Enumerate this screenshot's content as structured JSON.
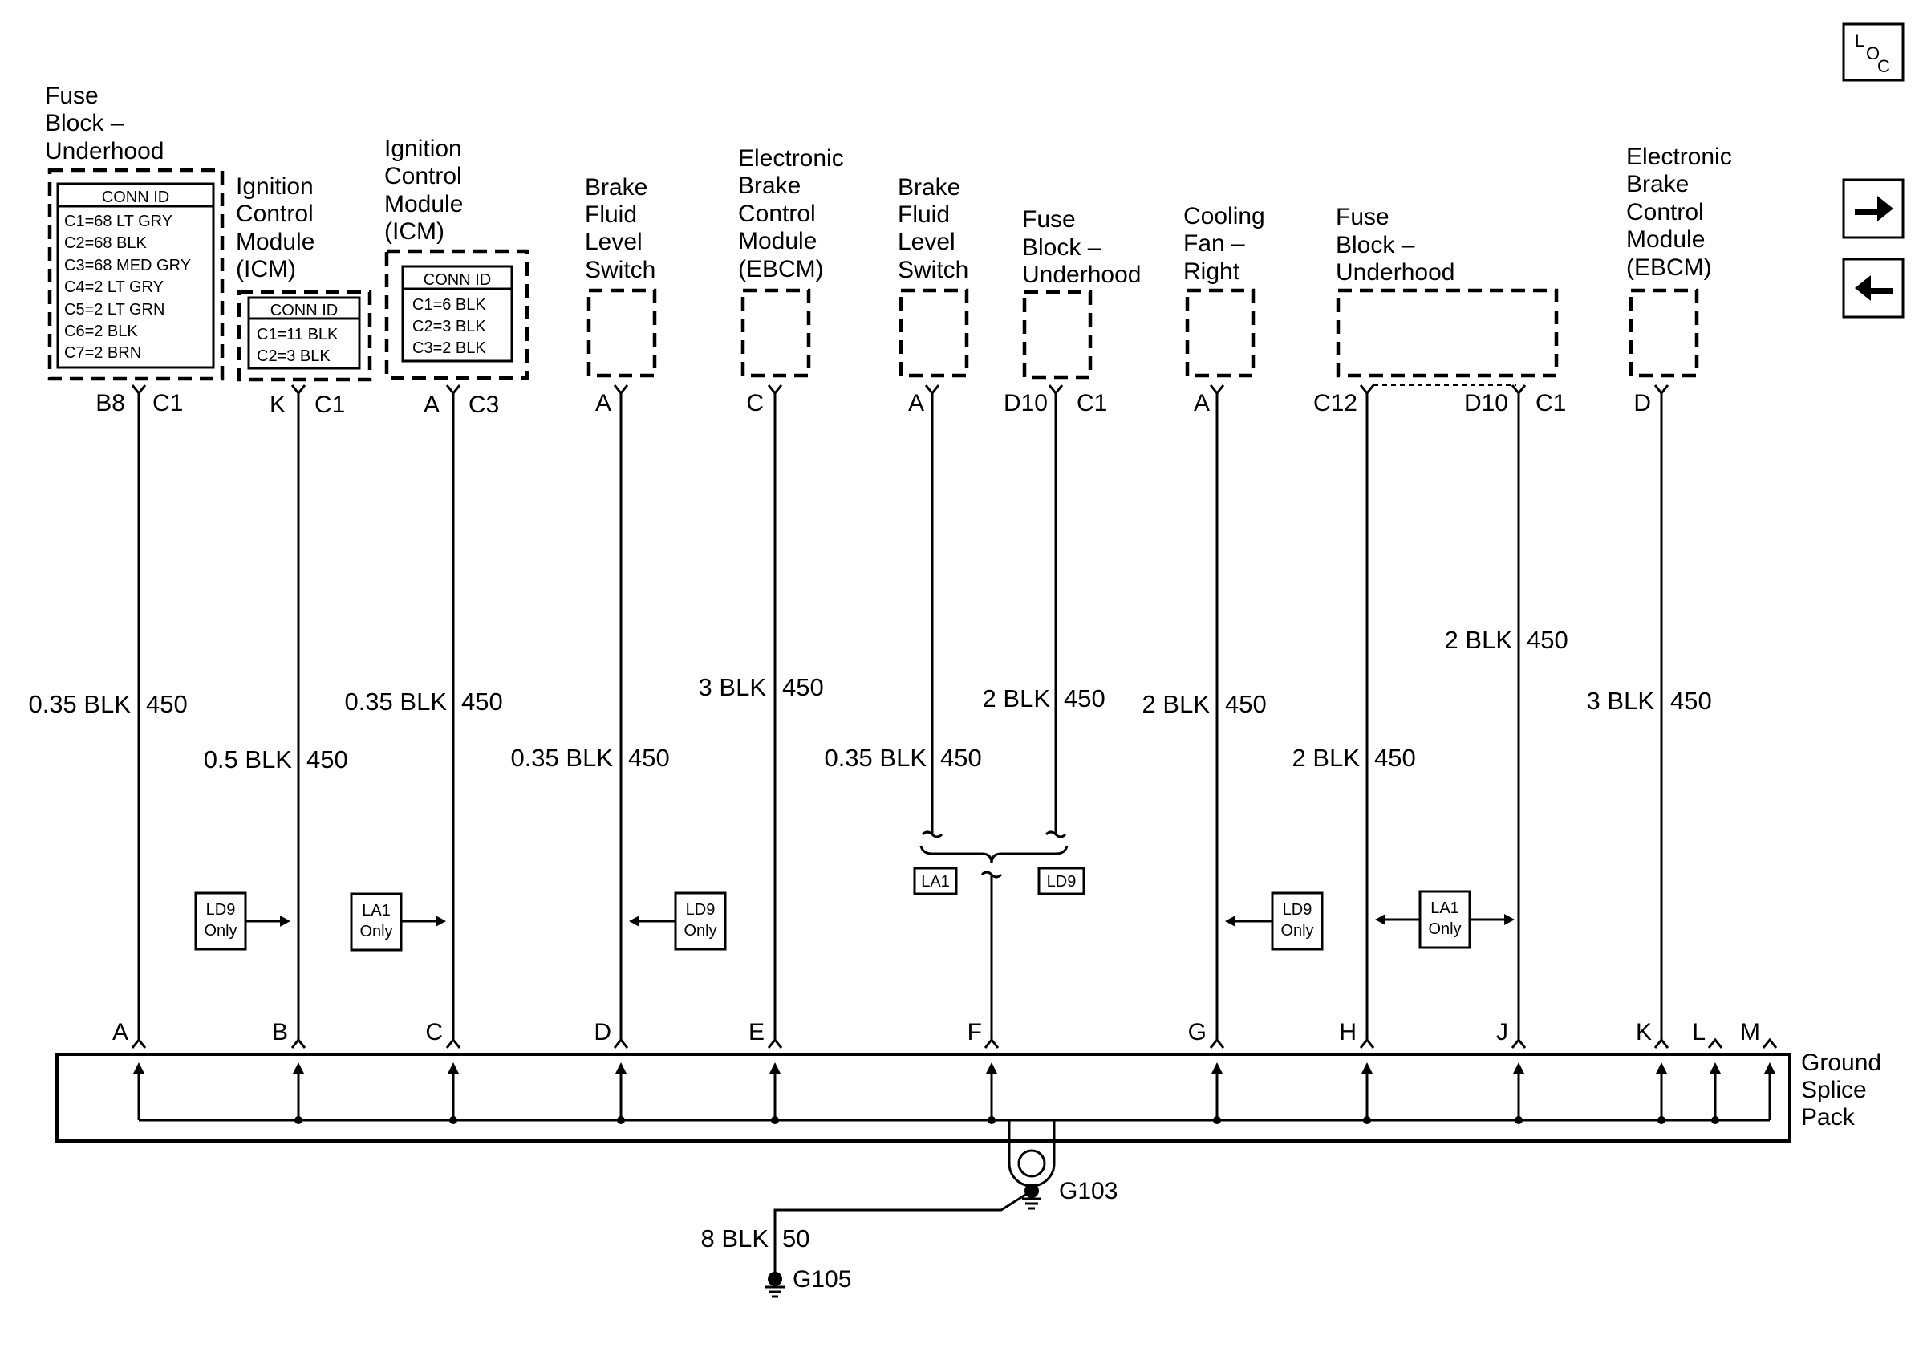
{
  "locator": {
    "l": "L",
    "o": "O",
    "c": "C"
  },
  "nav": {
    "forward": "→",
    "back": "←"
  },
  "fuse_block_1": {
    "title": [
      "Fuse",
      "Block –",
      "Underhood"
    ],
    "conn_header": "CONN ID",
    "conn_rows": [
      "C1=68 LT GRY",
      "C2=68 BLK",
      "C3=68 MED GRY",
      "C4=2 LT GRY",
      "C5=2 LT GRN",
      "C6=2 BLK",
      "C7=2 BRN"
    ],
    "pin": "B8",
    "conn": "C1"
  },
  "icm_1": {
    "title": [
      "Ignition",
      "Control",
      "Module",
      "(ICM)"
    ],
    "conn_header": "CONN ID",
    "conn_rows": [
      "C1=11 BLK",
      "C2=3 BLK"
    ],
    "pin": "K",
    "conn": "C1"
  },
  "icm_2": {
    "title": [
      "Ignition",
      "Control",
      "Module",
      "(ICM)"
    ],
    "conn_header": "CONN ID",
    "conn_rows": [
      "C1=6 BLK",
      "C2=3 BLK",
      "C3=2 BLK"
    ],
    "pin": "A",
    "conn": "C3"
  },
  "bfls_1": {
    "title": [
      "Brake",
      "Fluid",
      "Level",
      "Switch"
    ],
    "pin": "A"
  },
  "ebcm_1": {
    "title": [
      "Electronic",
      "Brake",
      "Control",
      "Module",
      "(EBCM)"
    ],
    "pin": "C"
  },
  "bfls_2": {
    "title": [
      "Brake",
      "Fluid",
      "Level",
      "Switch"
    ],
    "pin": "A"
  },
  "fuse_block_2": {
    "title": [
      "Fuse",
      "Block –",
      "Underhood"
    ],
    "pin": "D10",
    "conn": "C1"
  },
  "cooling_fan": {
    "title": [
      "Cooling",
      "Fan –",
      "Right"
    ],
    "pin": "A"
  },
  "fuse_block_3": {
    "title": [
      "Fuse",
      "Block –",
      "Underhood"
    ],
    "pin_left": "C12",
    "pin_right": "D10",
    "conn": "C1"
  },
  "ebcm_2": {
    "title": [
      "Electronic",
      "Brake",
      "Control",
      "Module",
      "(EBCM)"
    ],
    "pin": "D"
  },
  "wires": [
    {
      "gauge": "0.35 BLK",
      "circuit": "450"
    },
    {
      "gauge": "0.5 BLK",
      "circuit": "450"
    },
    {
      "gauge": "0.35 BLK",
      "circuit": "450"
    },
    {
      "gauge": "0.35 BLK",
      "circuit": "450"
    },
    {
      "gauge": "3 BLK",
      "circuit": "450"
    },
    {
      "gauge": "0.35 BLK",
      "circuit": "450"
    },
    {
      "gauge": "2 BLK",
      "circuit": "450"
    },
    {
      "gauge": "2 BLK",
      "circuit": "450"
    },
    {
      "gauge": "2 BLK",
      "circuit": "450"
    },
    {
      "gauge": "2 BLK",
      "circuit": "450"
    },
    {
      "gauge": "3 BLK",
      "circuit": "450"
    }
  ],
  "options": {
    "ld9": [
      "LD9",
      "Only"
    ],
    "la1": [
      "LA1",
      "Only"
    ],
    "la1_tag": "LA1",
    "ld9_tag": "LD9"
  },
  "splice": {
    "title": [
      "Ground",
      "Splice",
      "Pack"
    ],
    "pins": [
      "A",
      "B",
      "C",
      "D",
      "E",
      "F",
      "G",
      "H",
      "J",
      "K",
      "L",
      "M"
    ]
  },
  "ground": {
    "g103": "G103",
    "g105": "G105",
    "wire_gauge": "8 BLK",
    "wire_circuit": "50"
  }
}
